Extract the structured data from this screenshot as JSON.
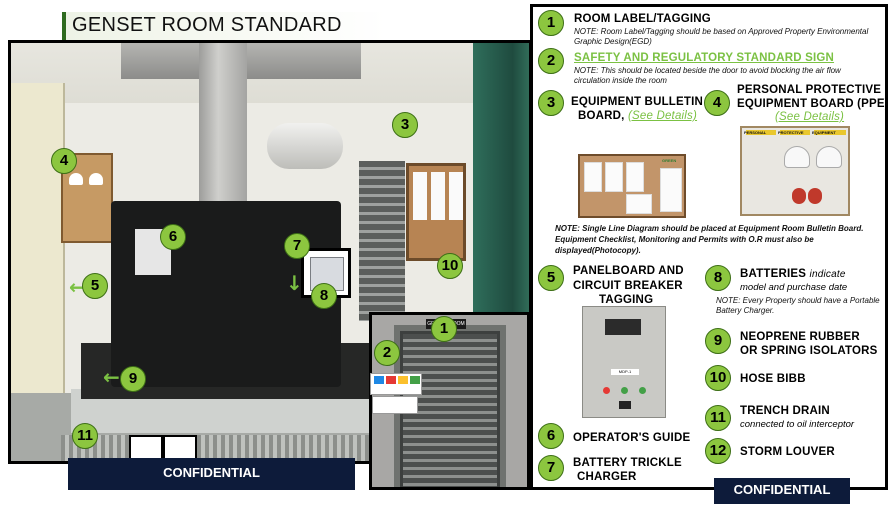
{
  "slide": {
    "title": "GENSET ROOM STANDARD",
    "confidential_left": "CONFIDENTIAL",
    "confidential_right": "CONFIDENTIAL"
  },
  "photo_markers": [
    {
      "num": "4"
    },
    {
      "num": "6"
    },
    {
      "num": "5"
    },
    {
      "num": "3"
    },
    {
      "num": "7"
    },
    {
      "num": "8"
    },
    {
      "num": "10"
    },
    {
      "num": "9"
    },
    {
      "num": "11"
    },
    {
      "num": "1"
    },
    {
      "num": "2"
    }
  ],
  "door_sign_text": "GENSET ROOM",
  "panel_label_text": "MDP-1",
  "bulletin_header_text": "GREEN",
  "ppe_board_labels": [
    "PERSONAL",
    "PROTECTIVE",
    "EQUIPMENT"
  ],
  "legend": {
    "item1": {
      "num": "1",
      "heading": "ROOM LABEL/TAGGING",
      "note": "NOTE: Room Label/Tagging should be based on Approved Property Environmental Graphic Design(EGD)"
    },
    "item2": {
      "num": "2",
      "heading": "SAFETY AND REGULATORY STANDARD SIGN",
      "note": "NOTE: This should be located beside the door to avoid blocking the air flow circulation inside the room"
    },
    "item3": {
      "num": "3",
      "heading_line1": "EQUIPMENT BULLETIN",
      "heading_line2": "BOARD,",
      "link": "(See Details)"
    },
    "item4": {
      "num": "4",
      "heading_line1": "PERSONAL PROTECTIVE",
      "heading_line2": "EQUIPMENT BOARD (PPE)",
      "link": "(See Details)"
    },
    "note_single_line": "NOTE: Single Line Diagram should be placed at Equipment Room Bulletin Board. Equipment Checklist, Monitoring and Permits with O.R must also be displayed(Photocopy).",
    "item5": {
      "num": "5",
      "heading_line1": "PANELBOARD AND",
      "heading_line2": "CIRCUIT BREAKER",
      "heading_line3": "TAGGING"
    },
    "item6": {
      "num": "6",
      "heading": "OPERATOR'S GUIDE"
    },
    "item7": {
      "num": "7",
      "heading_line1": "BATTERY TRICKLE",
      "heading_line2": "CHARGER"
    },
    "item8": {
      "num": "8",
      "heading": "BATTERIES",
      "sub": "indicate",
      "sub2": "model and purchase date",
      "note": "NOTE: Every Property should have a Portable Battery Charger."
    },
    "item9": {
      "num": "9",
      "heading_line1": "NEOPRENE RUBBER",
      "heading_line2": "OR SPRING ISOLATORS"
    },
    "item10": {
      "num": "10",
      "heading": "HOSE BIBB"
    },
    "item11": {
      "num": "11",
      "heading": "TRENCH DRAIN",
      "sub": "connected to oil interceptor"
    },
    "item12": {
      "num": "12",
      "heading": "STORM LOUVER"
    }
  },
  "colors": {
    "accent_green": "#8cc63f",
    "link_green": "#7bc143",
    "confidential_bg": "#0d1b3a"
  }
}
